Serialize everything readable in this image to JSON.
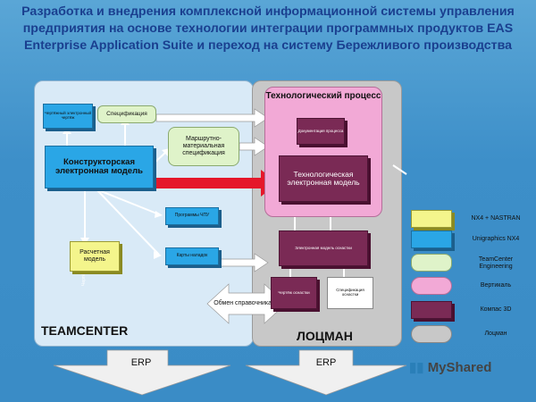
{
  "title": "Разработка и внедрения комплексной информационной системы управления предприятия на основе технологии интеграции программных продуктов EAS Enterprise Application Suite и переход на систему Бережливого производства",
  "left_system": "TEAMCENTER",
  "right_system": "ЛОЦМАН",
  "erp_left": "ERP",
  "erp_right": "ERP",
  "boxes": {
    "kid": "Конструкторская электронная модель",
    "spec": "Спецификация",
    "route": "Маршрутно-материальная спецификация",
    "calc": "Расчетная модель",
    "nc": "Программы ЧПУ",
    "maps": "Карты наладок",
    "exchange": "Обмен справочниками",
    "tech_process": "Технологический процесс",
    "tech_model": "Технологическая электронная модель"
  },
  "legend": [
    {
      "label": "NX4 + NASTRAN",
      "color": "#f4f58c"
    },
    {
      "label": "Unigraphics NX4",
      "color": "#2aa6e6"
    },
    {
      "label": "TeamCenter Engineering",
      "color": "#dff3c9"
    },
    {
      "label": "Вертикаль",
      "color": "#f2a9d6"
    },
    {
      "label": "Компас 3D",
      "color": "#7a2a55"
    },
    {
      "label": "Лоцман",
      "color": "#c8c8c8"
    }
  ],
  "watermark": "MyShared"
}
